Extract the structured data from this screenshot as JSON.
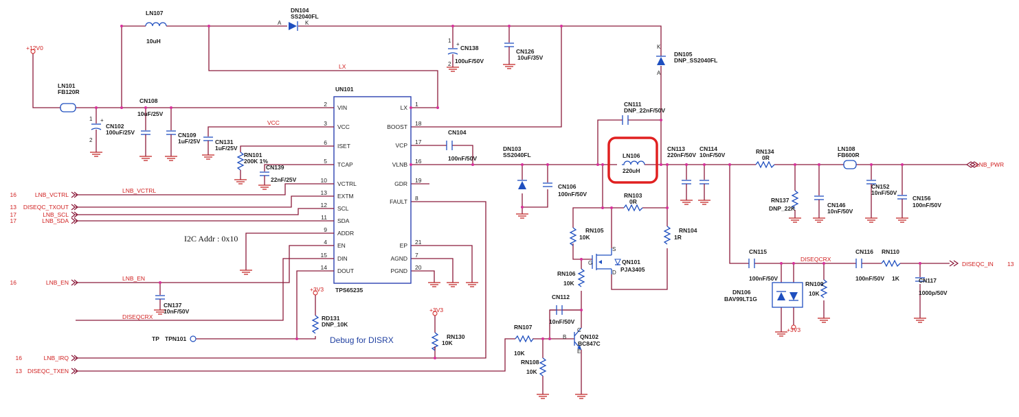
{
  "power": {
    "v12": "+12V0",
    "v3a": "+3V3",
    "v3b": "+3V3",
    "v3c": "+3V3"
  },
  "ic": {
    "ref": "UN101",
    "part": "TPS65235",
    "left_pins": [
      {
        "num": "2",
        "name": "VIN"
      },
      {
        "num": "3",
        "name": "VCC"
      },
      {
        "num": "6",
        "name": "ISET"
      },
      {
        "num": "5",
        "name": "TCAP"
      },
      {
        "num": "10",
        "name": "VCTRL"
      },
      {
        "num": "13",
        "name": "EXTM"
      },
      {
        "num": "12",
        "name": "SCL"
      },
      {
        "num": "11",
        "name": "SDA"
      },
      {
        "num": "9",
        "name": "ADDR"
      },
      {
        "num": "4",
        "name": "EN"
      },
      {
        "num": "15",
        "name": "DIN"
      },
      {
        "num": "14",
        "name": "DOUT"
      }
    ],
    "right_pins": [
      {
        "num": "1",
        "name": "LX"
      },
      {
        "num": "18",
        "name": "BOOST"
      },
      {
        "num": "17",
        "name": "VCP"
      },
      {
        "num": "16",
        "name": "VLNB"
      },
      {
        "num": "19",
        "name": "GDR"
      },
      {
        "num": "8",
        "name": "FAULT"
      },
      {
        "num": "21",
        "name": "EP"
      },
      {
        "num": "7",
        "name": "AGND"
      },
      {
        "num": "20",
        "name": "PGND"
      }
    ]
  },
  "nets": {
    "lx": "LX",
    "vcc": "VCC",
    "lnb_vctrl": "LNB_VCTRL",
    "lnb_en": "LNB_EN",
    "diseqcrx": "DISEQCRX",
    "diseqcrx2": "DISEQCRX"
  },
  "ports": [
    {
      "num": "16",
      "name": "LNB_VCTRL"
    },
    {
      "num": "13",
      "name": "DISEQC_TXOUT"
    },
    {
      "num": "17",
      "name": "LNB_SCL"
    },
    {
      "num": "17",
      "name": "LNB_SDA"
    },
    {
      "num": "16",
      "name": "LNB_EN"
    },
    {
      "num": "16",
      "name": "LNB_IRQ"
    },
    {
      "num": "13",
      "name": "DISEQC_TXEN"
    }
  ],
  "out_ports": {
    "lnb_pwr": "LNB_PWR",
    "diseqc_in": "DISEQC_IN",
    "diseqc_in_num": "13"
  },
  "components": {
    "ln107": {
      "ref": "LN107",
      "val": "10uH"
    },
    "dn104": {
      "ref": "DN104",
      "val": "SS2040FL",
      "a": "A",
      "k": "K"
    },
    "cn138": {
      "ref": "CN138",
      "val": "100uF/50V"
    },
    "cn126": {
      "ref": "CN126",
      "val": "10uF/35V"
    },
    "dn105": {
      "ref": "DN105",
      "val": "DNP_SS2040FL",
      "k": "K",
      "a": "A"
    },
    "ln101": {
      "ref": "LN101",
      "val": "FB120R"
    },
    "cn108": {
      "ref": "CN108",
      "val": "10uF/25V"
    },
    "cn102": {
      "ref": "CN102",
      "val": "100uF/25V"
    },
    "cn109": {
      "ref": "CN109",
      "val": "1uF/25V"
    },
    "cn131": {
      "ref": "CN131",
      "val": "1uF/25V"
    },
    "rn101": {
      "ref": "RN101",
      "val": "200K 1%"
    },
    "cn139": {
      "ref": "CN139",
      "val": "22nF/25V"
    },
    "cn104": {
      "ref": "CN104",
      "val": "100nF/50V"
    },
    "cn111": {
      "ref": "CN111",
      "val": "DNP_22nF/50V"
    },
    "ln106": {
      "ref": "LN106",
      "val": "220uH"
    },
    "cn113": {
      "ref": "CN113",
      "val": "220nF/50V"
    },
    "cn114": {
      "ref": "CN114",
      "val": "10nF/50V"
    },
    "rn134": {
      "ref": "RN134",
      "val": "0R"
    },
    "ln108": {
      "ref": "LN108",
      "val": "FB600R"
    },
    "dn103": {
      "ref": "DN103",
      "val": "SS2040FL"
    },
    "cn106": {
      "ref": "CN106",
      "val": "100nF/50V"
    },
    "rn103": {
      "ref": "RN103",
      "val": "0R"
    },
    "rn137": {
      "ref": "RN137",
      "val": "DNP_22K"
    },
    "cn146": {
      "ref": "CN146",
      "val": "10nF/50V"
    },
    "cn152": {
      "ref": "CN152",
      "val": "10nF/50V"
    },
    "cn156": {
      "ref": "CN156",
      "val": "100nF/50V"
    },
    "rn105": {
      "ref": "RN105",
      "val": "10K"
    },
    "rn104": {
      "ref": "RN104",
      "val": "1R"
    },
    "qn101": {
      "ref": "QN101",
      "val": "PJA3405",
      "g": "G",
      "s": "S",
      "d": "D"
    },
    "rn106": {
      "ref": "RN106",
      "val": "10K"
    },
    "cn112": {
      "ref": "CN112",
      "val": "10nF/50V"
    },
    "qn102": {
      "ref": "QN102",
      "val": "BC847C",
      "b": "B",
      "c": "C",
      "e": "E"
    },
    "rn107": {
      "ref": "RN107",
      "val": "10K"
    },
    "rn108": {
      "ref": "RN108",
      "val": "10K"
    },
    "cn115": {
      "ref": "CN115",
      "val": "100nF/50V"
    },
    "cn116": {
      "ref": "CN116",
      "val": "100nF/50V"
    },
    "rn110": {
      "ref": "RN110",
      "val": "1K"
    },
    "cn117": {
      "ref": "CN117",
      "val": "1000p/50V"
    },
    "dn106": {
      "ref": "DN106",
      "val": "BAV99LT1G"
    },
    "rn109": {
      "ref": "RN109",
      "val": "10K"
    },
    "cn137": {
      "ref": "CN137",
      "val": "10nF/50V"
    },
    "rd131": {
      "ref": "RD131",
      "val": "DNP_10K"
    },
    "rn130": {
      "ref": "RN130",
      "val": "10K"
    },
    "tpn101": {
      "tp": "TP",
      "ref": "TPN101"
    }
  },
  "notes": {
    "i2c": "I2C Addr : 0x10",
    "debug": "Debug for DISRX"
  },
  "pol": {
    "plus": "+",
    "one": "1",
    "two": "2"
  }
}
